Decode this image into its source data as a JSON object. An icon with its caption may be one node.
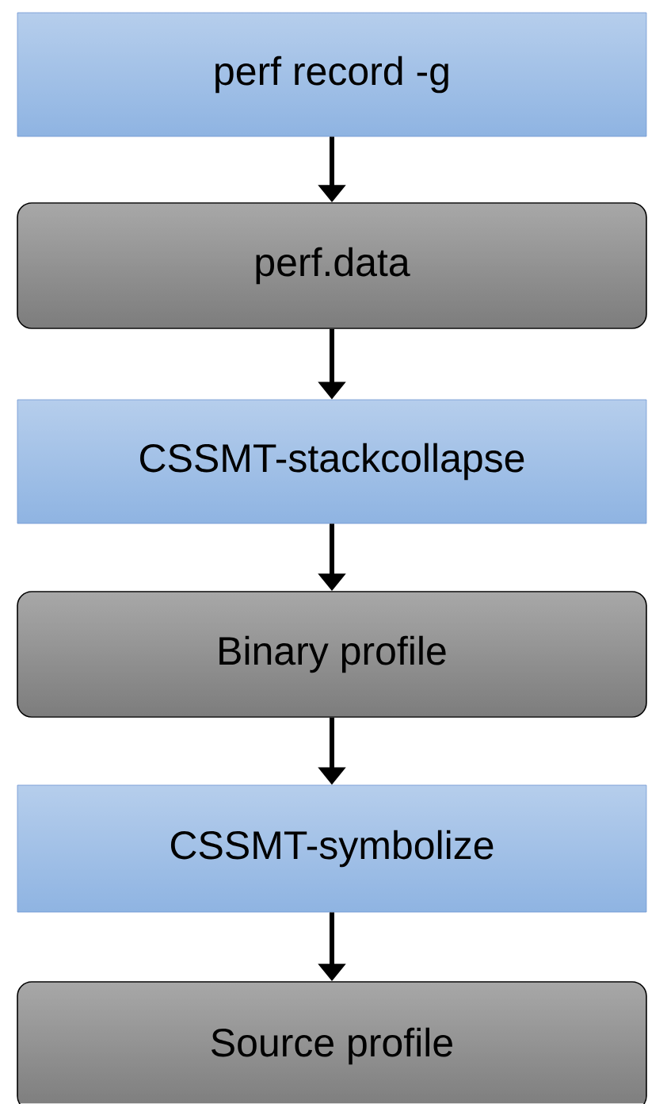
{
  "diagram": {
    "nodes": [
      {
        "text": [
          "perf record -g"
        ]
      },
      {
        "text": [
          "perf.data"
        ]
      },
      {
        "text": [
          "CSSMT-stackcollapse"
        ]
      },
      {
        "text": [
          "Binary profile"
        ]
      },
      {
        "text": [
          "CSSMT-symbolize"
        ]
      },
      {
        "text": [
          "Source profile"
        ]
      }
    ],
    "edges": [
      {
        "from": 0,
        "to": 1,
        "arrow": "to"
      },
      {
        "from": 1,
        "to": 2,
        "arrow": "to"
      },
      {
        "from": 2,
        "to": 3,
        "arrow": "to"
      },
      {
        "from": 3,
        "to": 4,
        "arrow": "to"
      },
      {
        "from": 4,
        "to": 5,
        "arrow": "to"
      }
    ]
  }
}
